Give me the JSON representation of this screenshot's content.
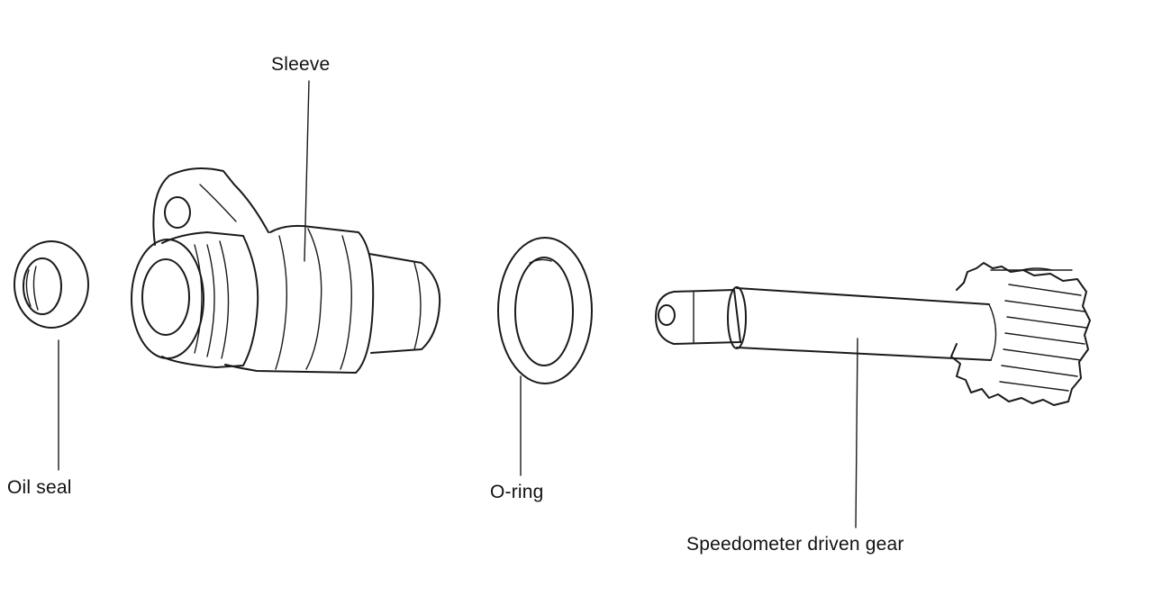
{
  "labels": {
    "sleeve": "Sleeve",
    "oil_seal": "Oil seal",
    "o_ring": "O-ring",
    "speedometer_driven_gear": "Speedometer driven gear"
  },
  "colors": {
    "background": "#ffffff",
    "line": "#1a1a1a"
  }
}
